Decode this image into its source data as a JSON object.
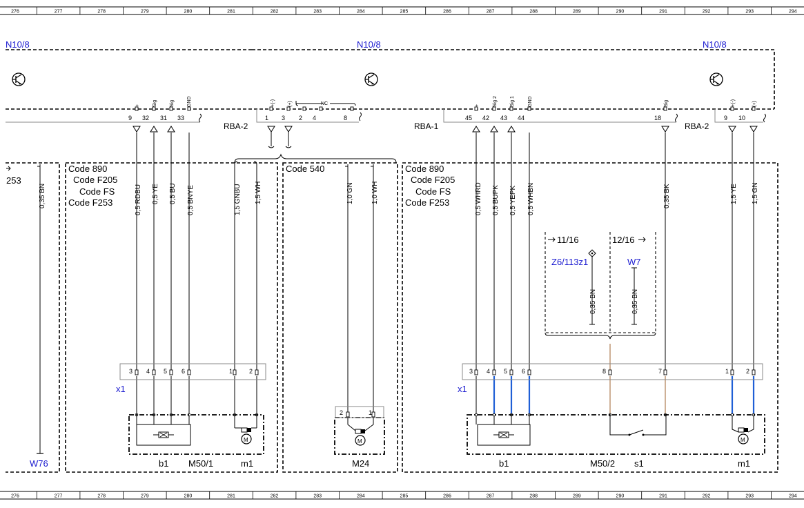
{
  "ruler": {
    "columns": [
      "276",
      "277",
      "278",
      "279",
      "280",
      "281",
      "282",
      "283",
      "284",
      "285",
      "286",
      "287",
      "288",
      "289",
      "290",
      "291",
      "292",
      "293",
      "294"
    ]
  },
  "modules": {
    "left": "N10/8",
    "center": "N10/8",
    "right": "N10/8"
  },
  "connectors": {
    "rba2_left": "RBA-2",
    "rba1": "RBA-1",
    "rba2_right": "RBA-2",
    "x1_left": "x1",
    "x1_right": "x1"
  },
  "pin_signals": {
    "left": [
      "+",
      "Sig",
      "Sig",
      "GND"
    ],
    "middle": [
      "+(-)",
      "(+)",
      "NC"
    ],
    "right": [
      "+",
      "Sig 2",
      "Sig 1",
      "GND",
      "Sig",
      "+(-)",
      "(+)"
    ]
  },
  "pins": {
    "left_module": [
      "9",
      "32",
      "31",
      "33"
    ],
    "middle_module": [
      "1",
      "3",
      "2",
      "4",
      "8"
    ],
    "right_module": [
      "45",
      "42",
      "43",
      "44",
      "18"
    ],
    "right_rba2": [
      "9",
      "10"
    ],
    "left_x1": [
      "3",
      "4",
      "5",
      "6",
      "1",
      "2"
    ],
    "right_x1": [
      "3",
      "4",
      "5",
      "6",
      "8",
      "7",
      "1",
      "2"
    ],
    "m24": [
      "2",
      "1"
    ]
  },
  "code_blocks": {
    "left": [
      "Code 890",
      "Code F205",
      "Code FS",
      "Code F253"
    ],
    "middle": [
      "Code 540"
    ],
    "right": [
      "Code 890",
      "Code F205",
      "Code FS",
      "Code F253"
    ],
    "far_left": "253"
  },
  "wires": {
    "far_left": "0,35 BN",
    "left": [
      "0,5 RDBU",
      "0,5 YE",
      "0,5 BU",
      "0,5 BNYE",
      "1,5 GNBU",
      "1,5 WH"
    ],
    "middle": [
      "1,0 GN",
      "1,0 WH"
    ],
    "right": [
      "0,5 WHRD",
      "0,5 BUPK",
      "0,5 YEPK",
      "0,5 WHBN",
      "0,35 BK",
      "1,5 YE",
      "1,5 GN"
    ],
    "ground_a": "0,35 BN",
    "ground_b": "0,35 BN"
  },
  "references": {
    "page_a": "11/16",
    "page_b": "12/16",
    "splice": "Z6/113z1",
    "ground_w7": "W7",
    "ground_w76": "W76"
  },
  "components": {
    "left_b1": "b1",
    "left_unit": "M50/1",
    "left_m1": "m1",
    "middle_motor": "M24",
    "right_b1": "b1",
    "right_unit": "M50/2",
    "right_s1": "s1",
    "right_m1": "m1",
    "motor_symbol": "M",
    "ground_symbol": "GND"
  },
  "colors": {
    "blue_wire": "#1f5fd6",
    "tan_wire": "#c9a88a",
    "label_blue": "#1a1ad0"
  }
}
